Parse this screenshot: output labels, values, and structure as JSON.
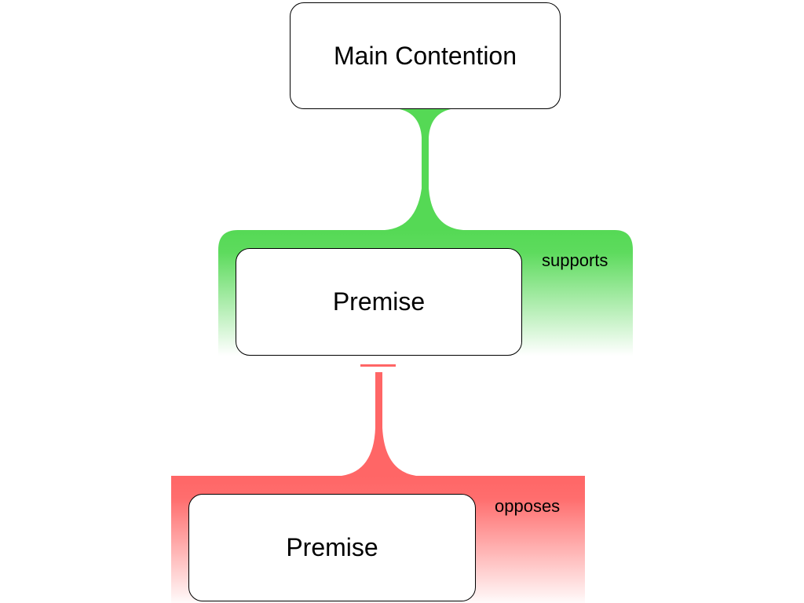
{
  "main_contention": {
    "text": "Main Contention"
  },
  "support_relation": {
    "label": "supports",
    "color": "#55d955"
  },
  "premise_1": {
    "text": "Premise"
  },
  "oppose_relation": {
    "label": "opposes",
    "color": "#ff6666"
  },
  "premise_2": {
    "text": "Premise"
  }
}
